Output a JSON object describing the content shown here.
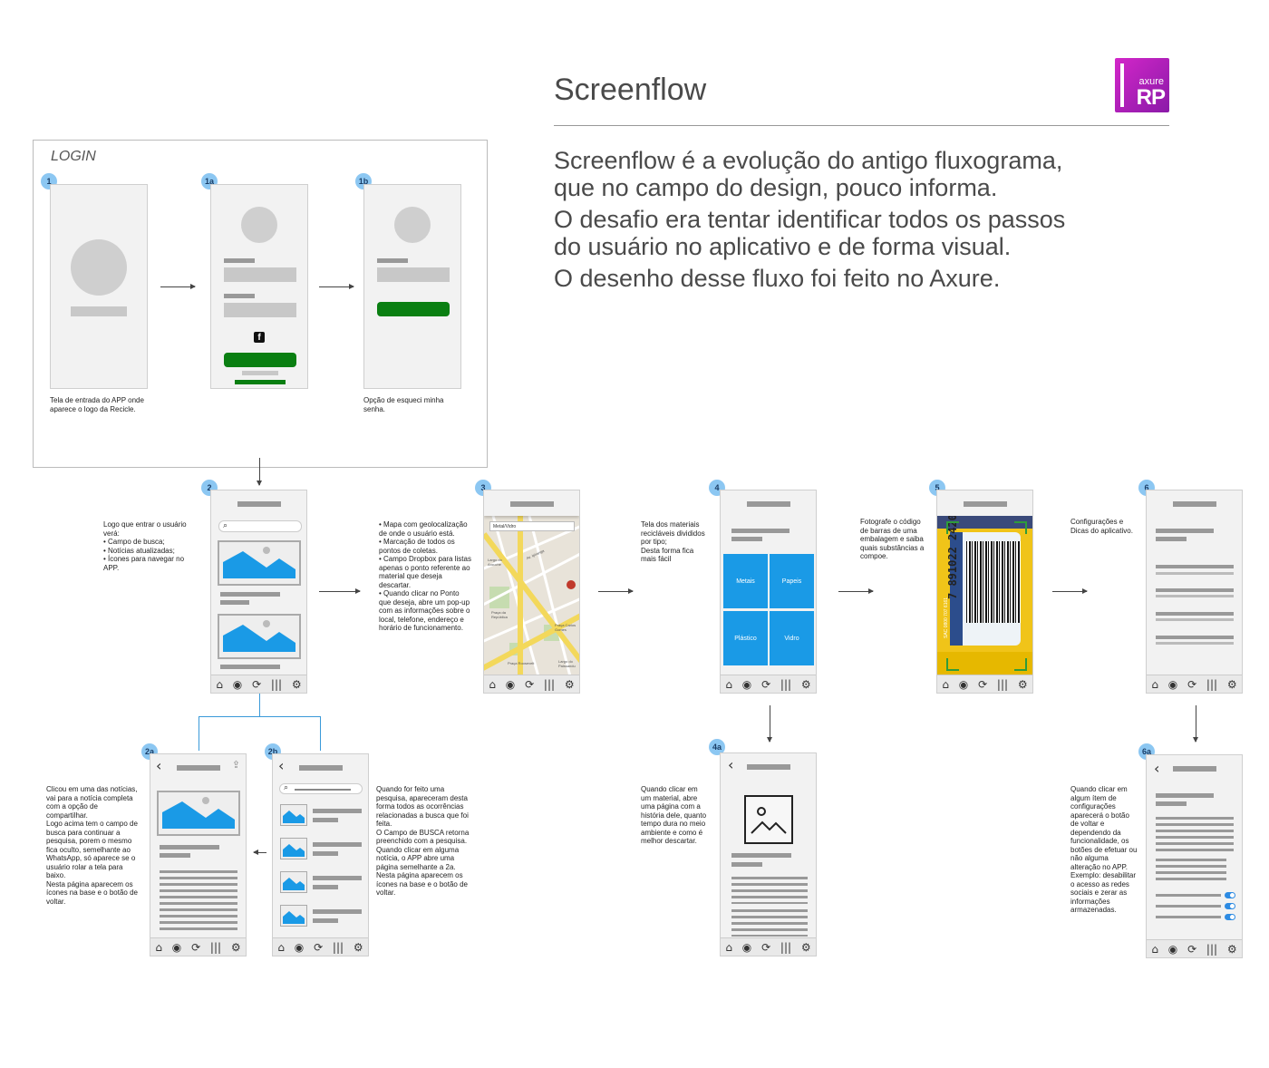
{
  "header": {
    "title": "Screenflow",
    "logo_small": "axure",
    "logo_big": "RP",
    "intro": [
      "Screenflow é a evolução do antigo fluxograma, que no campo do design, pouco informa.",
      "O desafio era tentar identificar todos os passos do usuário no aplicativo e de forma visual.",
      "O desenho desse fluxo foi feito no Axure."
    ]
  },
  "login": {
    "title": "LOGIN"
  },
  "badges": {
    "b1": "1",
    "b1a": "1a",
    "b1b": "1b",
    "b2": "2",
    "b3": "3",
    "b4": "4",
    "b5": "5",
    "b6": "6",
    "b2a": "2a",
    "b2b": "2b",
    "b4a": "4a",
    "b6a": "6a"
  },
  "notes": {
    "n1": "Tela de entrada do APP onde\naparece o logo da Recicle.",
    "n1b": "Opção de esqueci minha\nsenha.",
    "n2": "Logo que entrar o usuário\nverá:\n• Campo de busca;\n• Notícias atualizadas;\n• Ícones para navegar no\nAPP.",
    "n3": "• Mapa com geolocalização\nde onde o usuário está.\n• Marcação de todos os\npontos de coletas.\n• Campo Dropbox para listas\napenas o ponto referente ao\nmaterial que deseja\ndescartar.\n• Quando clicar no Ponto\nque deseja, abre um pop-up\ncom as informações sobre o\nlocal, telefone, endereço e\nhorário de funcionamento.",
    "n4": "Tela dos materiais\nrecicláveis divididos\npor tipo;\nDesta forma fica\nmais fácil",
    "n5": "Fotografe o código\nde barras de uma\nembalagem e saiba\nquais substâncias a\ncompoe.",
    "n6": "Configurações e\nDicas do aplicativo.",
    "n2a": "Clicou em uma das notícias,\nvai para a notícia completa\ncom a opção de\ncompartilhar.\nLogo acima tem o campo de\nbusca para continuar a\npesquisa, porem o mesmo\nfica oculto, semelhante ao\nWhatsApp, só aparece se o\nusuário rolar a tela para\nbaixo.\nNesta página aparecem os\nícones na base e o botão de\nvoltar.",
    "n2b": "Quando for feito uma\npesquisa, apareceram desta\nforma todos as ocorrências\nrelacionadas a busca que foi\nfeita.\nO Campo de BUSCA retorna\npreenchido com a pesquisa.\nQuando clicar em alguma\nnotícia, o APP abre uma\npágina semelhante a 2a.\nNesta página aparecem os\nícones na base e o botão de\nvoltar.",
    "n4a": "Quando clicar em\num material, abre\numa página com a\nhistória dele, quanto\ntempo dura no meio\nambiente e como é\nmelhor descartar.",
    "n6a": "Quando clicar em\nalgum ítem de\nconfigurações\naparecerá o botão\nde voltar e\ndependendo da\nfuncionalidade, os\nbotões de efetuar ou\nnão alguma\nalteração no APP.\nExemplo: desabilitar\no acesso as redes\nsociais e zerar as\ninformações\narmazenadas."
  },
  "materials": [
    "Metais",
    "Papeis",
    "Plástico",
    "Vidro"
  ],
  "map": {
    "search_label": "Metal/Vidro",
    "street_1": "Av. Ipiranga",
    "street_2": "Praça da República",
    "street_3": "Praça Carlos Gomes",
    "street_4": "Largo do Paissandu",
    "street_5": "Praça Roosevelt",
    "street_6": "Largo do Arouche"
  },
  "barcode": {
    "digits": "7 891022 242003",
    "sac": "SAC 0800 707 6161"
  },
  "nav": {
    "home": "⌂",
    "pin": "◉",
    "recycle": "⟳",
    "barcode": "|||",
    "gear": "⚙"
  },
  "colors": {
    "accent_blue": "#1a9ae6",
    "green_button": "#0a7f12",
    "badge": "#8cc7f2"
  }
}
